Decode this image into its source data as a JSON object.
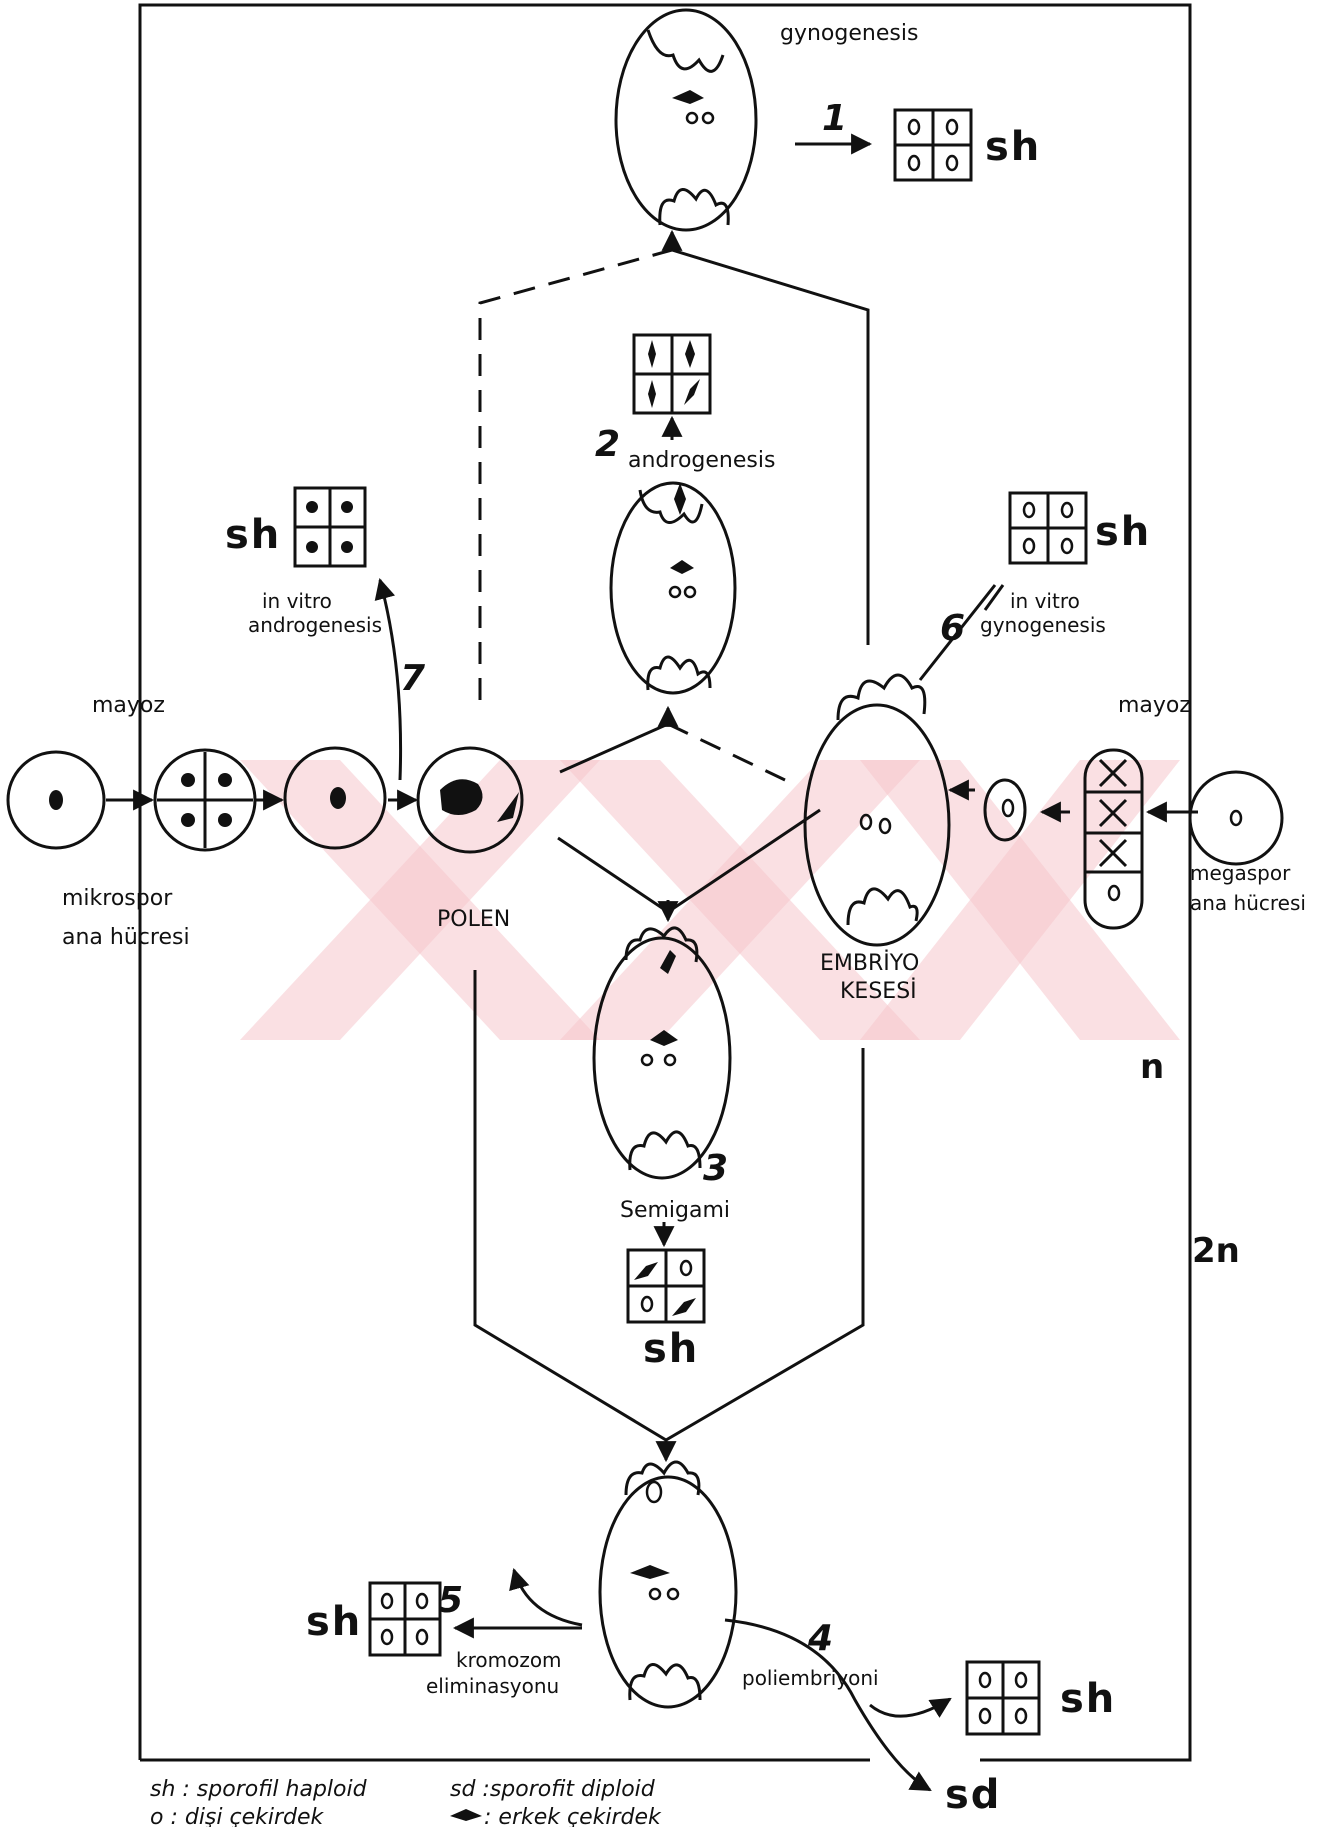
{
  "labels": {
    "gynogenesis": "gynogenesis",
    "androgenesis": "androgenesis",
    "in_vitro_andro_1": "in vitro",
    "in_vitro_andro_2": "androgenesis",
    "in_vitro_gyno_1": "in vitro",
    "in_vitro_gyno_2": "gynogenesis",
    "mayoz_left": "mayoz",
    "mayoz_right": "mayoz",
    "mikrospor_1": "mikrospor",
    "mikrospor_2": "ana hücresi",
    "polen": "POLEN",
    "embriyo_1": "EMBRİYO",
    "embriyo_2": "KESESİ",
    "megaspor_1": "megaspor",
    "megaspor_2": "ana hücresi",
    "semigami": "Semigami",
    "kromozom_1": "kromozom",
    "kromozom_2": "eliminasyonu",
    "poliembriyoni": "poliembriyoni",
    "n": "n",
    "two_n": "2n"
  },
  "numbers": {
    "one": "1",
    "two": "2",
    "three": "3",
    "four": "4",
    "five": "5",
    "six": "6",
    "seven": "7"
  },
  "results": {
    "sh": "sh",
    "sd": "sd"
  },
  "legend": {
    "sh": "sh : sporofil haploid",
    "sd": "sd :sporofit diploid",
    "o": "o   : dişi çekirdek",
    "male": ": erkek çekirdek"
  },
  "colors": {
    "ink": "#111111",
    "watermark": "#f6c6cc"
  }
}
